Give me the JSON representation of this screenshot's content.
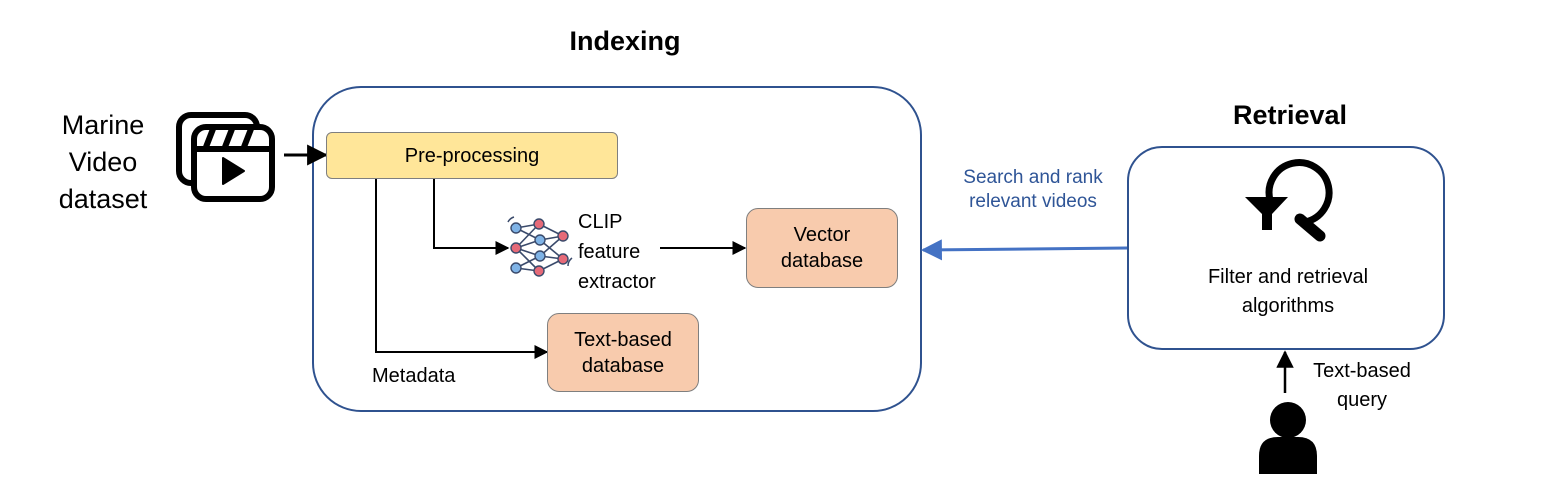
{
  "indexing": {
    "title": "Indexing",
    "preprocessing": "Pre-processing",
    "clip_label": "CLIP\nfeature\nextractor",
    "vector_db": "Vector\ndatabase",
    "text_db": "Text-based\ndatabase",
    "metadata": "Metadata"
  },
  "source": {
    "label": "Marine\nVideo\ndataset"
  },
  "retrieval": {
    "title": "Retrieval",
    "algorithms": "Filter and retrieval\nalgorithms",
    "query": "Text-based\nquery"
  },
  "connection": {
    "search_label": "Search and rank\nrelevant videos"
  },
  "colors": {
    "container_border": "#2f528f",
    "preprocessing_fill": "#ffe699",
    "db_fill": "#f8cbad",
    "search_arrow": "#4472c4",
    "search_text": "#2f5597"
  },
  "icons": [
    "video-clips-icon",
    "neural-network-icon",
    "filter-search-icon",
    "user-icon"
  ]
}
